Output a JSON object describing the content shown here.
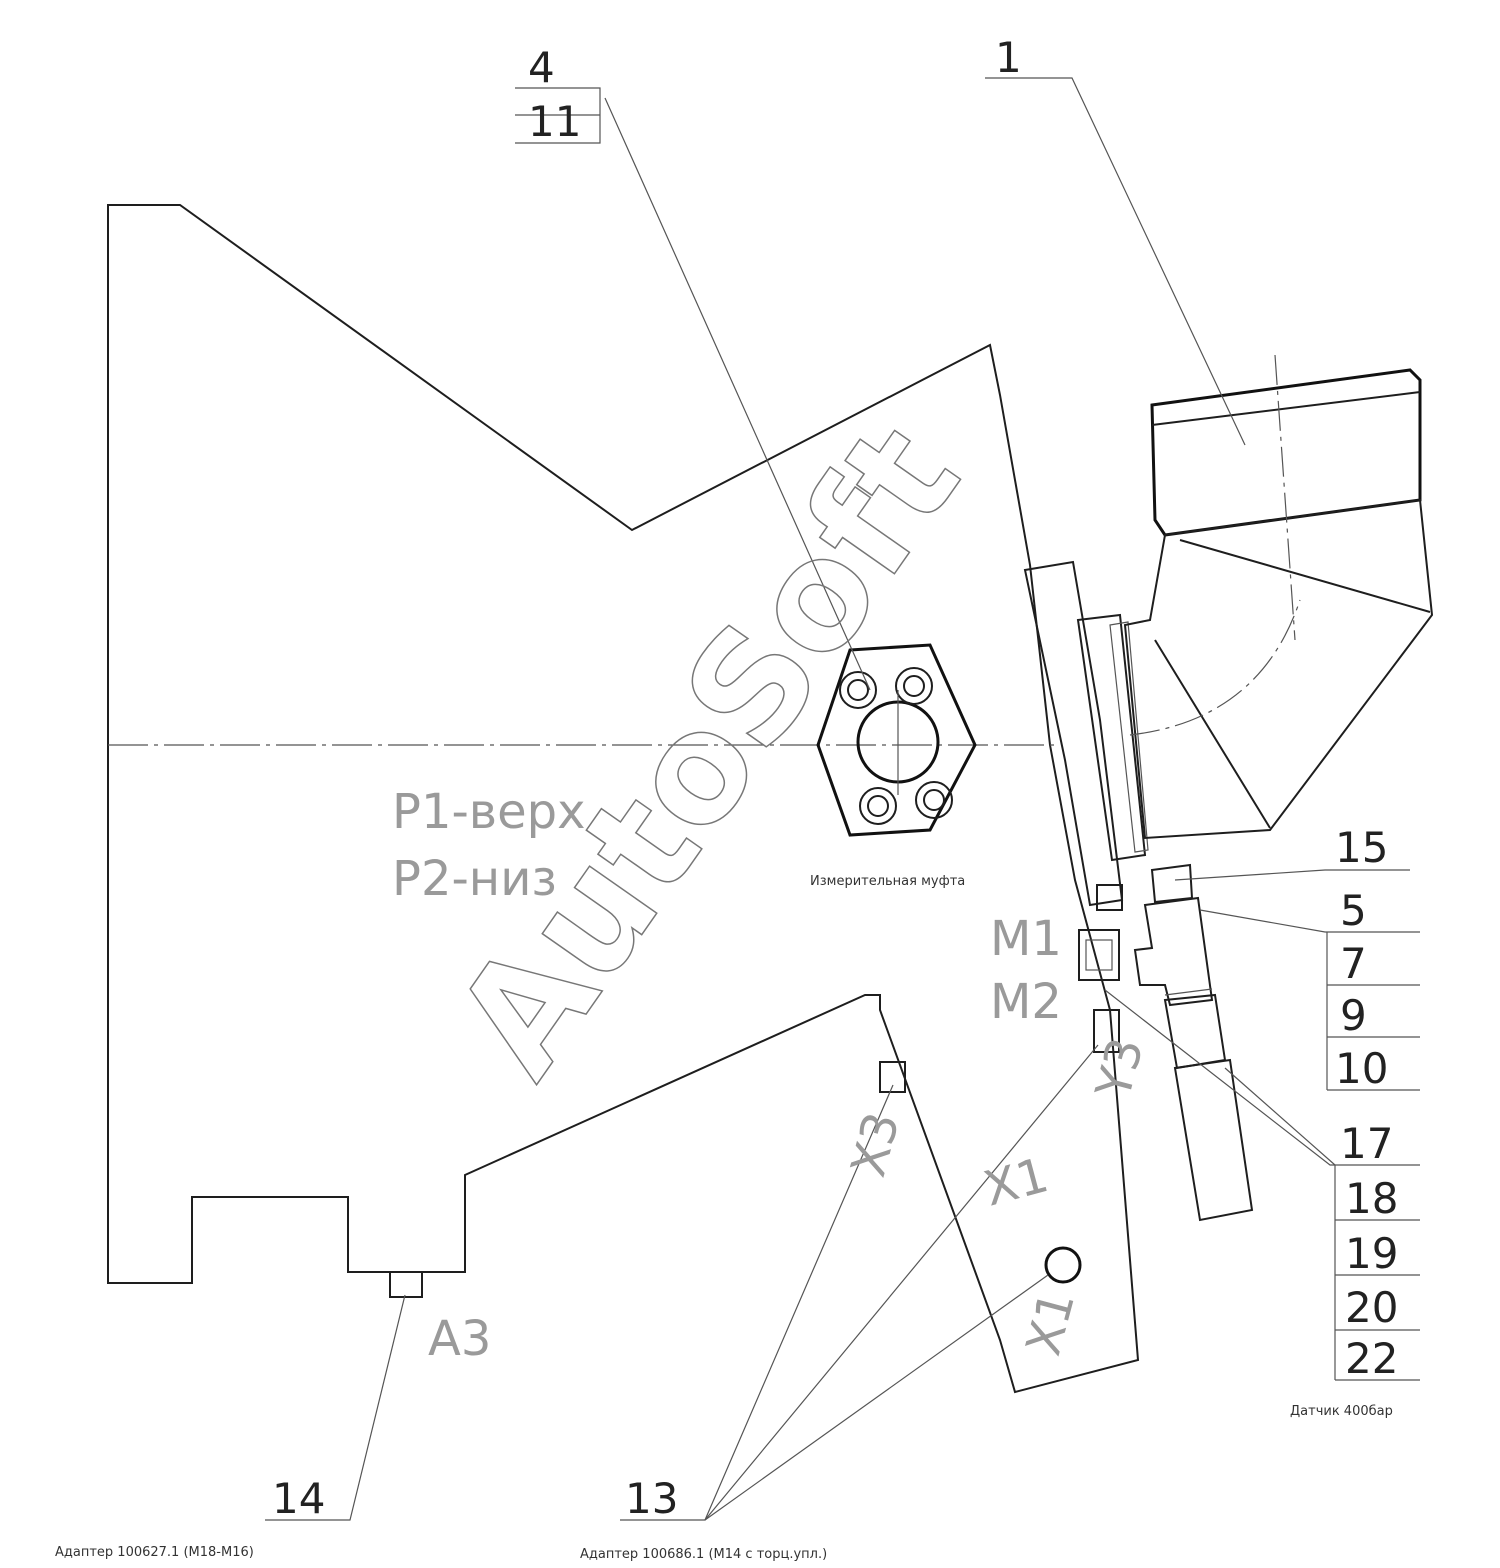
{
  "callouts": {
    "c1": "1",
    "c4": "4",
    "c11": "11",
    "c5": "5",
    "c7": "7",
    "c9": "9",
    "c10": "10",
    "c13": "13",
    "c14": "14",
    "c15": "15",
    "c17": "17",
    "c18": "18",
    "c19": "19",
    "c20": "20",
    "c22": "22"
  },
  "ports": {
    "p1": "P1-верх",
    "p2": "P2-низ",
    "m1": "M1",
    "m2": "M2",
    "x1_top": "X1",
    "x1_bottom": "X1",
    "x3": "X3",
    "y3": "Y3",
    "a3": "A3"
  },
  "notes": {
    "coupling": "Измерительная муфта",
    "sensor": "Датчик 400бар",
    "adapter_14": "Адаптер 100627.1 (M18-M16)",
    "adapter_13": "Адаптер 100686.1 (M14 с торц.упл.)"
  },
  "watermark": "AutoSoft"
}
